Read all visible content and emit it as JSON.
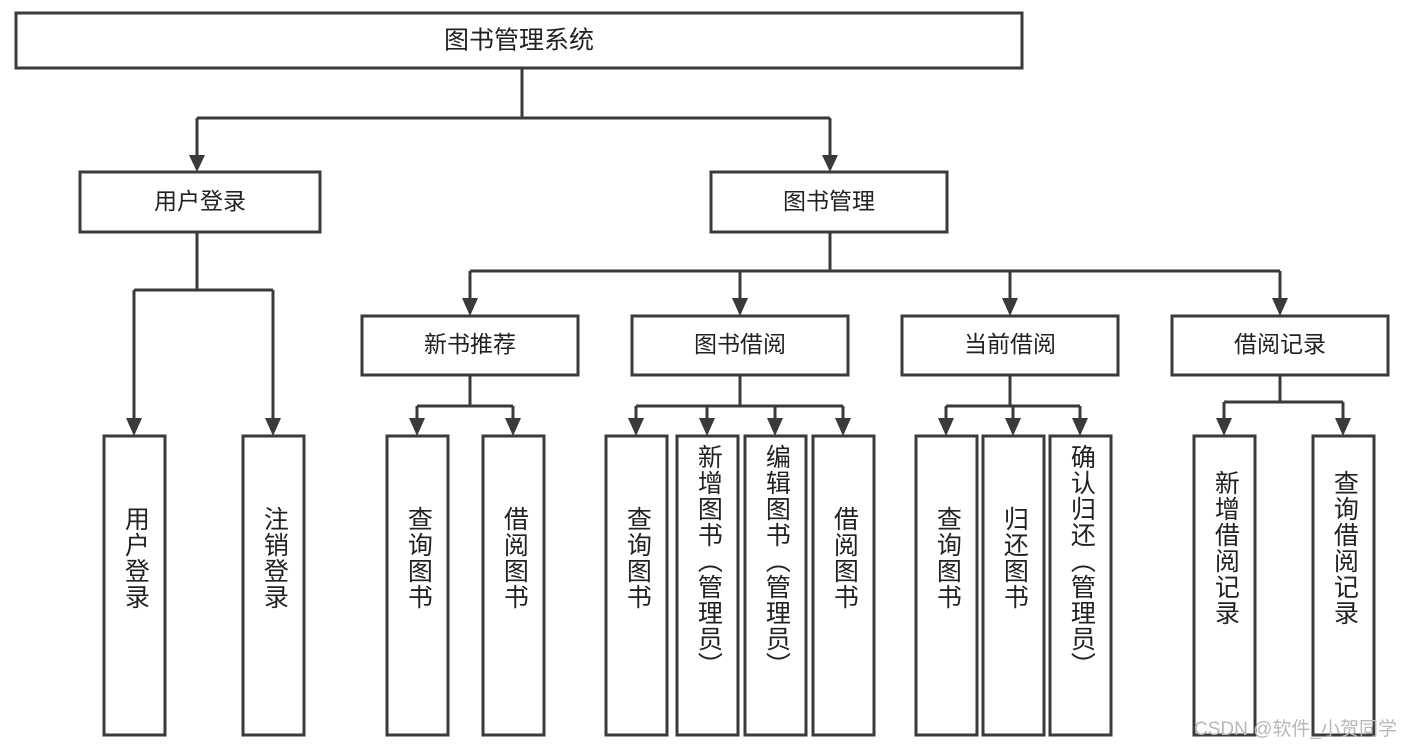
{
  "diagram": {
    "type": "hierarchy-tree",
    "title_node": {
      "label": "图书管理系统"
    },
    "level2": [
      {
        "id": "user-login",
        "label": "用户登录"
      },
      {
        "id": "book-management",
        "label": "图书管理"
      }
    ],
    "level3": [
      {
        "id": "new-book-recommend",
        "label": "新书推荐"
      },
      {
        "id": "book-borrow",
        "label": "图书借阅"
      },
      {
        "id": "current-borrow",
        "label": "当前借阅"
      },
      {
        "id": "borrow-record",
        "label": "借阅记录"
      }
    ],
    "leaves": [
      {
        "id": "leaf-user-login",
        "label": "用户登录"
      },
      {
        "id": "leaf-logout-login",
        "label": "注销登录"
      },
      {
        "id": "leaf-query-book-1",
        "label": "查询图书"
      },
      {
        "id": "leaf-borrow-book-1",
        "label": "借阅图书"
      },
      {
        "id": "leaf-query-book-2",
        "label": "查询图书"
      },
      {
        "id": "leaf-add-book",
        "label": "新增图书（管理员）"
      },
      {
        "id": "leaf-edit-book",
        "label": "编辑图书（管理员）"
      },
      {
        "id": "leaf-borrow-book-2",
        "label": "借阅图书"
      },
      {
        "id": "leaf-query-book-3",
        "label": "查询图书"
      },
      {
        "id": "leaf-return-book",
        "label": "归还图书"
      },
      {
        "id": "leaf-confirm-return",
        "label": "确认归还（管理员）"
      },
      {
        "id": "leaf-add-record",
        "label": "新增借阅记录"
      },
      {
        "id": "leaf-query-record",
        "label": "查询借阅记录"
      }
    ]
  },
  "watermark": {
    "text": "CSDN @软件_小贺同学"
  },
  "colors": {
    "stroke": "#3a3a3a",
    "background": "#ffffff",
    "text": "#222222",
    "watermark": "#b8b8b8"
  }
}
